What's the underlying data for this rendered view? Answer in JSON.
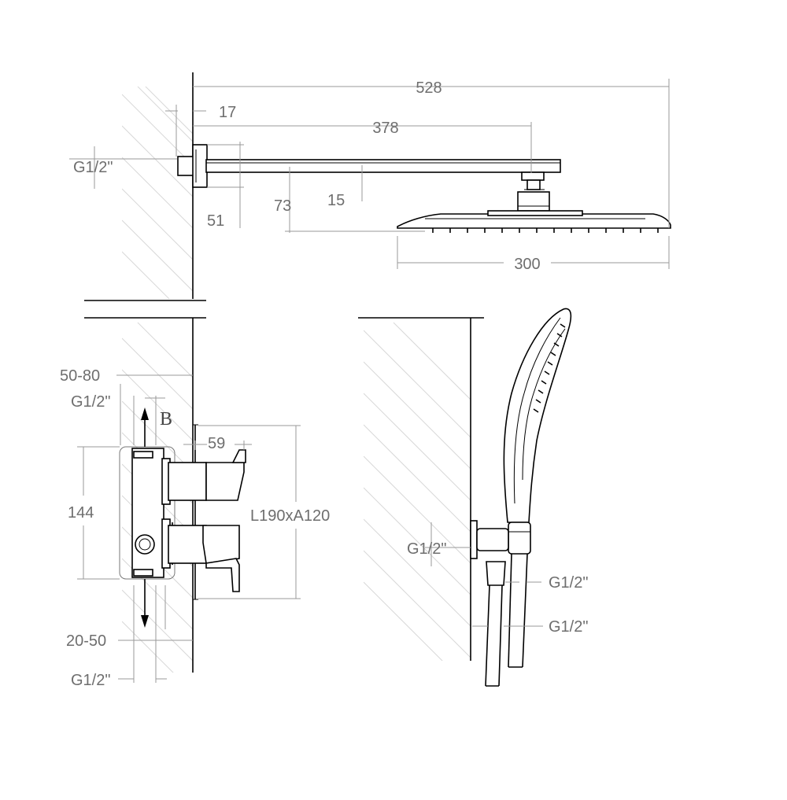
{
  "labels": {
    "d528": "528",
    "d17": "17",
    "d378": "378",
    "g_top": "G1/2\"",
    "d73": "73",
    "d15": "15",
    "d51": "51",
    "d300": "300",
    "d50_80": "50-80",
    "g_valve_top": "G1/2\"",
    "b": "B",
    "d59": "59",
    "d144": "144",
    "plate": "L190xA120",
    "d20_50": "20-50",
    "g_valve_bottom": "G1/2\"",
    "g_hand_left": "G1/2\"",
    "g_hand_right1": "G1/2\"",
    "g_hand_right2": "G1/2\""
  }
}
